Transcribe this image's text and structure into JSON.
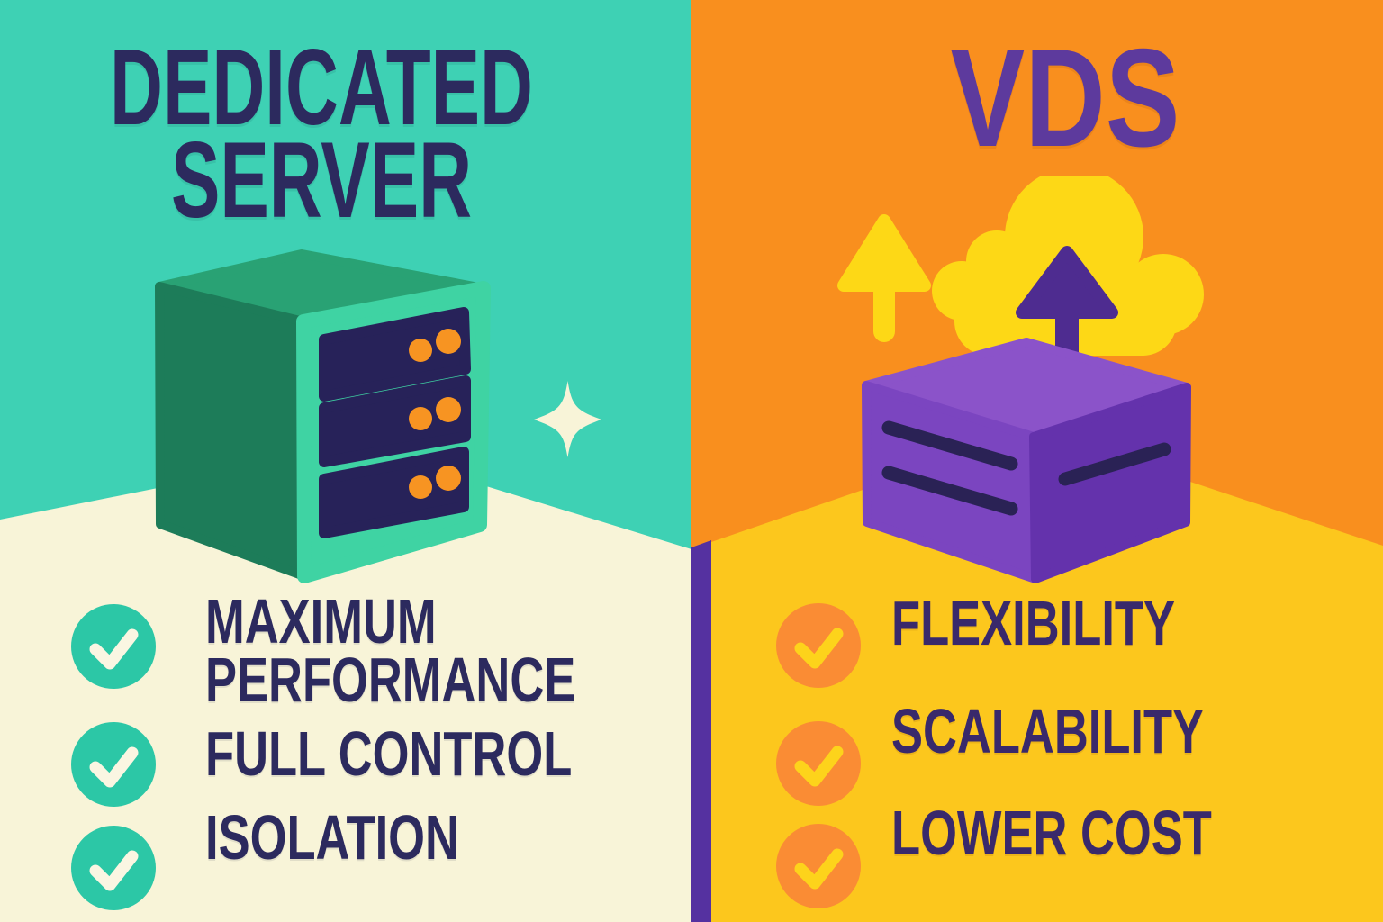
{
  "poster": {
    "left": {
      "title_line1": "DEDICATED",
      "title_line2": "SERVER",
      "items": [
        {
          "label": "MAXIMUM PERFORMANCE"
        },
        {
          "label": "FULL CONTROL"
        },
        {
          "label": "ISOLATION"
        }
      ],
      "bullet_icon": "check-circle-icon",
      "illustration": "dedicated-server-icon"
    },
    "right": {
      "title": "VDS",
      "items": [
        {
          "label": "FLEXIBILITY"
        },
        {
          "label": "SCALABILITY"
        },
        {
          "label": "LOWER COST"
        }
      ],
      "bullet_icon": "check-circle-icon",
      "illustrations": [
        "cloud-upload-icon",
        "up-arrow-icon",
        "vds-server-box-icon"
      ]
    },
    "palette": {
      "teal_bg": "#3ed1b4",
      "cream_bg": "#f8f4d8",
      "navy_text": "#2c2a5e",
      "orange_bg": "#f98f1e",
      "yellow_bg": "#fcc71d",
      "cloud_yellow": "#fdd816",
      "purple_title": "#5d3a9d",
      "box_purple_top": "#8b53c9",
      "box_purple_left": "#7b45c0",
      "box_purple_right": "#6432ac",
      "arrow_purple": "#4e2c90",
      "divider_strip_purple": "#5531a0",
      "left_check_fill": "#2cc7a6",
      "left_check_mark": "#faf6e2",
      "right_check_fill": "#fa8c34",
      "right_check_mark": "#fdd31b",
      "server_top_green": "#29a274",
      "server_side_green": "#1d7c59",
      "server_front_green": "#3fd3a3",
      "slot_navy": "#272259",
      "dot_orange": "#f79422",
      "right_text": "#39296b"
    }
  }
}
